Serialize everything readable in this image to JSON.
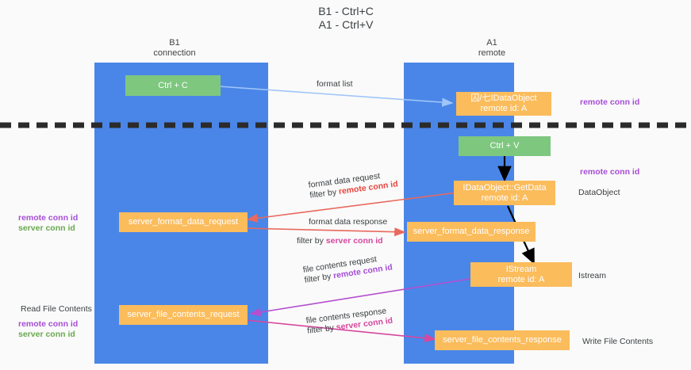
{
  "title": {
    "line1": "B1 - Ctrl+C",
    "line2": "A1 - Ctrl+V"
  },
  "lanes": [
    {
      "id": "b1",
      "name": "B1",
      "sub": "connection",
      "color": "#4a86e8"
    },
    {
      "id": "a1",
      "name": "A1",
      "sub": "remote",
      "color": "#4a86e8"
    }
  ],
  "nodes": {
    "ctrl_c": {
      "label": "Ctrl + C",
      "color": "#7ec77f"
    },
    "ctrl_v": {
      "label": "Ctrl + V",
      "color": "#7ec77f"
    },
    "data_object": {
      "line1": "囚/七IDataObject",
      "line2": "remote id: A",
      "color": "#fbbc5c"
    },
    "get_data": {
      "line1": "IDataObject::GetData",
      "line2": "remote id: A",
      "color": "#fbbc5c"
    },
    "istream": {
      "line1": "IStream",
      "line2": "remote id: A",
      "color": "#fbbc5c"
    },
    "fmt_request": {
      "label": "server_format_data_request",
      "color": "#fbbc5c"
    },
    "fmt_response": {
      "label": "server_format_data_response",
      "color": "#fbbc5c"
    },
    "file_request": {
      "label": "server_file_contents_request",
      "color": "#fbbc5c"
    },
    "file_response": {
      "label": "server_file_contents_response",
      "color": "#fbbc5c"
    }
  },
  "edges": {
    "format_list": {
      "text": "format list"
    },
    "fmt_req_l1": {
      "text": "format data request"
    },
    "fmt_req_l2_prefix": {
      "text": "filter by "
    },
    "fmt_req_l2_key": {
      "text": "remote conn id"
    },
    "fmt_res_l1": {
      "text": "format data response"
    },
    "fmt_res_l2_prefix": {
      "text": "filter by "
    },
    "fmt_res_l2_key": {
      "text": "server conn id"
    },
    "file_req_l1": {
      "text": "file contents request"
    },
    "file_req_l2_prefix": {
      "text": "filter by "
    },
    "file_req_l2_key": {
      "text": "remote conn id"
    },
    "file_res_l1": {
      "text": "file contents response"
    },
    "file_res_l2_prefix": {
      "text": "filter by "
    },
    "file_res_l2_key": {
      "text": "server conn id"
    }
  },
  "side_labels": {
    "right_remote_conn_top": "remote conn id",
    "right_remote_conn_mid": "remote conn id",
    "right_data_object": "DataObject",
    "right_istream": "Istream",
    "right_write_file": "Write File Contents",
    "left_remote_conn": "remote conn id",
    "left_server_conn": "server conn id",
    "left_read_file": "Read File Contents",
    "left_remote_conn2": "remote conn id",
    "left_server_conn2": "server conn id"
  },
  "colors": {
    "lane": "#4a86e8",
    "orange": "#fbbc5c",
    "green": "#7ec77f",
    "purple": "#a64dd6",
    "pink": "#d6479e",
    "red": "#e8453c",
    "green_text": "#6aa84f",
    "light_blue_arrow": "#9fc5f8",
    "black": "#000000",
    "background": "#fafafa"
  }
}
